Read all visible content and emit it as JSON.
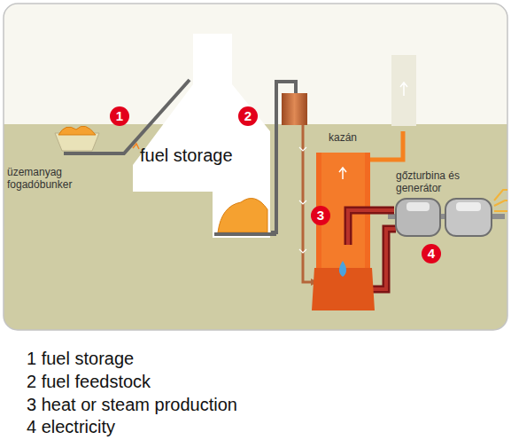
{
  "diagram": {
    "nodes": [
      {
        "text": [
          "fuel storage"
        ]
      },
      {
        "text": [
          "kazán"
        ]
      },
      {
        "text": [
          "gőzturbina és generátor"
        ]
      }
    ],
    "edges": [
      {
        "from": 0,
        "to": 1,
        "arrow": "to"
      },
      {
        "from": 1,
        "to": 2,
        "arrow": "none"
      }
    ],
    "labels": [
      "üzemanyag fogadóbunker",
      "1",
      "2",
      "3",
      "4",
      "1 fuel storage",
      "2 fuel feedstock",
      "3 heat or steam production",
      "4 electricity"
    ]
  }
}
